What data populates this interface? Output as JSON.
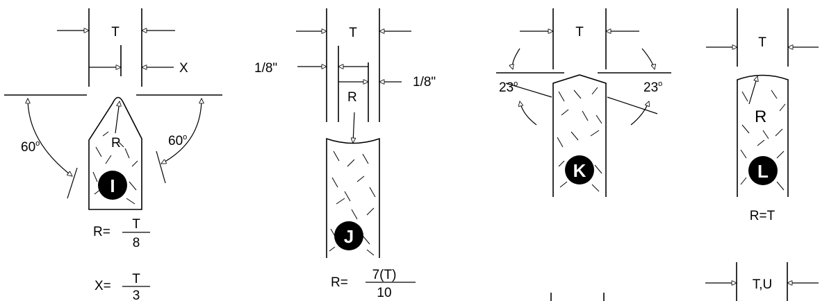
{
  "profile_i": {
    "badge": "I",
    "thickness": "T",
    "offset": "X",
    "radius": "R",
    "angle_left": "60",
    "angle_right": "60",
    "degree_symbol": "o",
    "formula_r": {
      "lhs": "R=",
      "num": "T",
      "den": "8"
    },
    "formula_x": {
      "lhs": "X=",
      "num": "T",
      "den": "3"
    }
  },
  "profile_j": {
    "badge": "J",
    "thickness": "T",
    "offset_left": "1/8\"",
    "offset_right": "1/8\"",
    "radius": "R",
    "formula_r": {
      "lhs": "R=",
      "num": "7(T)",
      "den": "10"
    }
  },
  "profile_k": {
    "badge": "K",
    "thickness": "T",
    "angle_left": "23",
    "angle_right": "23",
    "degree_symbol": "o"
  },
  "profile_l": {
    "badge": "L",
    "thickness": "T",
    "radius": "R",
    "formula": "R=T",
    "next_thickness": "T,U"
  }
}
